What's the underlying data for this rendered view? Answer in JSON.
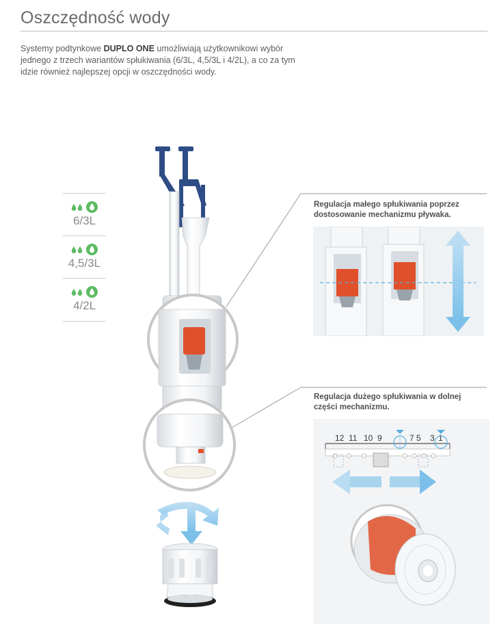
{
  "title": "Oszczędność wody",
  "intro": {
    "brand": "DUPLO ONE",
    "part1": "Systemy podtynkowe ",
    "part2": " umożliwiają użytkownikowi wybór jednego z trzech wariantów spłukiwania (6/3L, 4,5/3L i 4/2L), a co za tym idzie również najlepszej opcji w oszczędności wody."
  },
  "options": [
    {
      "label": "6/3L",
      "icon_small": "double-drop-icon",
      "icon_large": "drop-circle-icon"
    },
    {
      "label": "4,5/3L",
      "icon_small": "double-drop-icon",
      "icon_large": "drop-circle-icon"
    },
    {
      "label": "4/2L",
      "icon_small": "double-drop-icon",
      "icon_large": "drop-circle-icon"
    }
  ],
  "captions": {
    "small_flush": "Regulacja małego spłukiwania poprzez dostosowanie mechanizmu pływaka.",
    "large_flush": "Regulacja dużego spłukiwania w dolnej części mechanizmu."
  },
  "scale": {
    "labels": [
      "12",
      "11",
      "10",
      "9",
      "7",
      "5",
      "3",
      "1"
    ]
  },
  "colors": {
    "drop_green": "#5dbb63",
    "accent_blue": "#5aaee0",
    "handle_blue": "#2e4d86",
    "float_orange": "#e0502a"
  }
}
